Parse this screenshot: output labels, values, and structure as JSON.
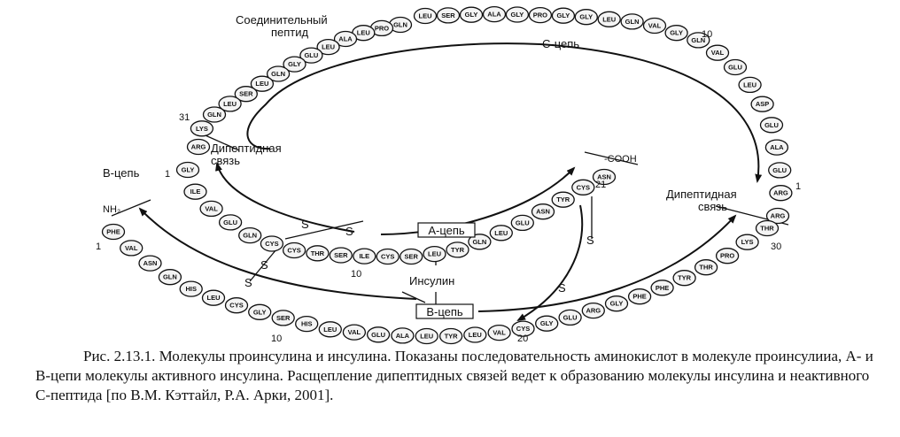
{
  "labels": {
    "connecting_peptide_line1": "Соединительный",
    "connecting_peptide_line2": "пептид",
    "c_chain": "С-цепь",
    "b_chain_left": "В-цепь",
    "b_chain_box": "В-цепь",
    "a_chain_box": "А-цепь",
    "insulin": "Инсулин",
    "dipeptide_left_line1": "Дипептидная",
    "dipeptide_left_line2": "связь",
    "dipeptide_right_line1": "Дипептидная",
    "dipeptide_right_line2": "связь",
    "cooh": "-COOH",
    "nh2": "NH₂",
    "s_bond": "S"
  },
  "numbers": {
    "n1": "1",
    "n10_c": "10",
    "n31": "31",
    "n1_b": "1",
    "n1_nh": "1",
    "n21": "21",
    "n1_right": "1",
    "n30": "30",
    "n10_a": "10",
    "n10_b": "10",
    "n20": "20"
  },
  "residues": {
    "c_chain": [
      "LEU",
      "SER",
      "GLY",
      "ALA",
      "GLY",
      "PRO",
      "GLY",
      "GLY",
      "LEU",
      "GLN",
      "VAL",
      "GLY",
      "GLN",
      "VAL",
      "GLU",
      "LEU",
      "ASP",
      "GLU",
      "ALA",
      "GLU",
      "ARG",
      "ARG"
    ],
    "c_chain_left": [
      "GLN",
      "PRO",
      "LEU",
      "ALA",
      "LEU",
      "GLU",
      "GLY",
      "GLN",
      "LEU",
      "SER",
      "LEU",
      "GLN",
      "LYS",
      "ARG"
    ],
    "b_chain": [
      "PHE",
      "VAL",
      "ASN",
      "GLN",
      "HIS",
      "LEU",
      "CYS",
      "GLY",
      "SER",
      "HIS",
      "LEU",
      "VAL",
      "GLU",
      "ALA",
      "LEU",
      "TYR",
      "LEU",
      "VAL",
      "CYS",
      "GLY",
      "GLU",
      "ARG",
      "GLY",
      "PHE",
      "PHE",
      "TYR",
      "THR",
      "PRO",
      "LYS",
      "THR"
    ],
    "a_chain": [
      "GLY",
      "ILE",
      "VAL",
      "GLU",
      "GLN",
      "CYS",
      "CYS",
      "THR",
      "SER",
      "ILE",
      "CYS",
      "SER",
      "LEU",
      "TYR",
      "GLN",
      "LEU",
      "GLU",
      "ASN",
      "TYR",
      "CYS",
      "ASN"
    ]
  },
  "caption": "Рис. 2.13.1. Молекулы проинсулина и инсулина. Показаны последовательность аминокислот в молекуле проинсулииа, А- и В-цепи молекулы активного инсулина. Расщепление дипептидных связей ведет к образованию молекулы инсулина и неактивного С-пептида [по В.М. Кэттайл, Р.А. Арки, 2001]."
}
